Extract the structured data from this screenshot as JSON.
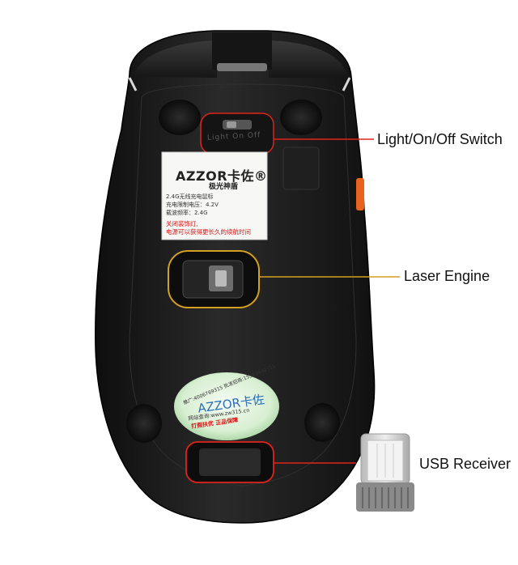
{
  "callouts": {
    "switch": "Light/On/Off Switch",
    "laser": "Laser Engine",
    "usb": "USB Receiver"
  },
  "switch_print": "Light On Off",
  "sticker": {
    "brand": "AZZOR卡佐®",
    "subtitle": "极光神盾",
    "spec_lines": [
      "2.4G无线充电鼠标",
      "充电限制电压：4.2V",
      "载波频率：2.4G"
    ],
    "warning_lines": [
      "关闭装饰灯,",
      "电源可以获得更长久的续航时间"
    ]
  },
  "round_sticker": {
    "brand": "AZZOR卡佐",
    "arc_text": "推广:4006769315 批发招商:15383440315",
    "website": "网站查询:www.zw315.cn",
    "promo": "打假扶优  正品保障"
  },
  "colors": {
    "switch_highlight": "#e0241c",
    "laser_highlight": "#d4a020",
    "usb_highlight": "#e0241c",
    "mouse_body": "#1c1c1c",
    "accent_orange": "#e8641c",
    "round_sticker_brand": "#2a6fb7"
  }
}
